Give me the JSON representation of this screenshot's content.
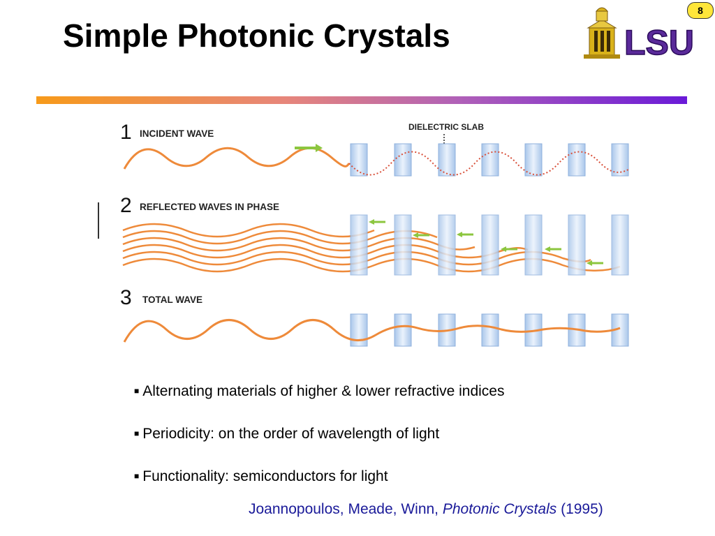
{
  "slide": {
    "title": "Simple Photonic Crystals",
    "page_number": "8",
    "logo_text": "LSU"
  },
  "figure": {
    "dielectric_label": "DIELECTRIC SLAB",
    "steps": [
      {
        "number": "1",
        "label": "INCIDENT WAVE"
      },
      {
        "number": "2",
        "label": "REFLECTED WAVES IN PHASE"
      },
      {
        "number": "3",
        "label": "TOTAL WAVE"
      }
    ]
  },
  "bullets": [
    "Alternating materials of higher & lower refractive indices",
    "Periodicity: on the order of wavelength of light",
    "Functionality: semiconductors for light"
  ],
  "citation": {
    "authors": "Joannopoulos, Meade, Winn, ",
    "book": "Photonic Crystals",
    "year": " (1995)"
  },
  "colors": {
    "wave": "#ee8a3a",
    "slab": "#bcd4ef",
    "arrow": "#8cc63f",
    "rule_start": "#f79a1a",
    "rule_end": "#6a1ad8",
    "citation": "#1a1a99",
    "badge": "#ffe63a",
    "logo_purple": "#5a2a9a",
    "logo_gold": "#d9b21a"
  }
}
